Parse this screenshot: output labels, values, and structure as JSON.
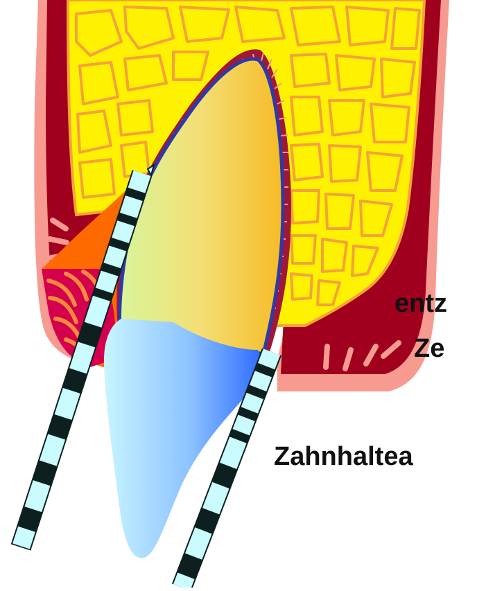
{
  "labels": {
    "label_1": "entz",
    "label_2": "Ze",
    "label_3": "Zahnhaltea"
  },
  "colors": {
    "gingiva_outer": "#f79a90",
    "gingiva_inner": "#a0001e",
    "bone_fill": "#fff200",
    "bone_lines": "#f5a23a",
    "pocket_inflamed": "#ff6a00",
    "pocket_deep": "#d4004d",
    "crown_light": "#c8f5ff",
    "crown_dark": "#2f6dff",
    "root_left": "#d8f59a",
    "root_right": "#f6bb26",
    "periodontal_ligament": "#a01838",
    "root_outline": "#2d3aa8",
    "probe_light": "#c9fbff",
    "probe_dark": "#0d1f1f"
  },
  "icons": [
    "tooth-icon",
    "periodontal-probe-icon",
    "periodontal-probe-icon"
  ]
}
